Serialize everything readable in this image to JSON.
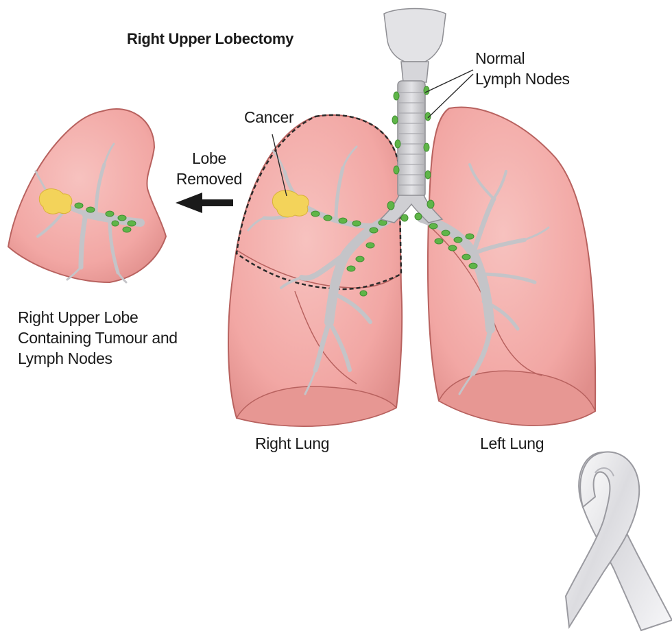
{
  "title": "Right Upper Lobectomy",
  "labels": {
    "normal_lymph_nodes": [
      "Normal",
      "Lymph Nodes"
    ],
    "cancer": "Cancer",
    "lobe_removed": [
      "Lobe",
      "Removed"
    ],
    "removed_lobe_caption": [
      "Right Upper Lobe",
      "Containing Tumour and",
      "Lymph Nodes"
    ],
    "right_lung": "Right Lung",
    "left_lung": "Left Lung"
  },
  "colors": {
    "lung_tissue": "#f2a7a4",
    "lung_outline": "#b8625f",
    "airway": "#c9c9cc",
    "lymph_node": "#5fb548",
    "tumour": "#f3d35a",
    "ribbon": "#e8e8ea"
  },
  "icons": {
    "arrow": "arrow-left-icon",
    "ribbon": "awareness-ribbon-icon"
  }
}
